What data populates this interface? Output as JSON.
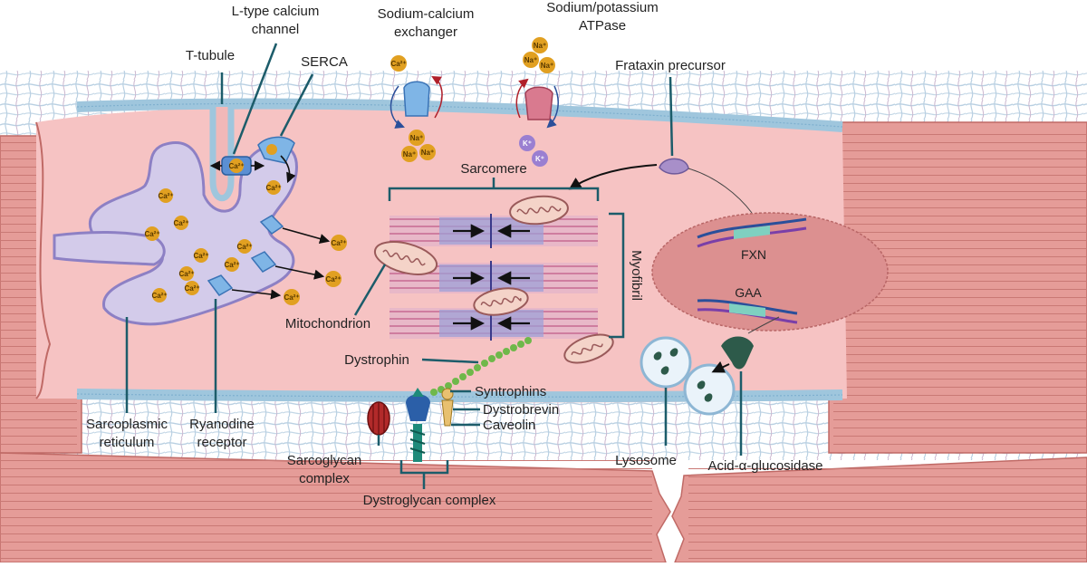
{
  "labels": {
    "t_tubule": "T-tubule",
    "l_type_line1": "L-type calcium",
    "l_type_line2": "channel",
    "serca": "SERCA",
    "ncx_line1": "Sodium-calcium",
    "ncx_line2": "exchanger",
    "nka_line1": "Sodium/potassium",
    "nka_line2": "ATPase",
    "frataxin": "Frataxin precursor",
    "sarcomere": "Sarcomere",
    "myofibril": "Myofibril",
    "mitochondrion": "Mitochondrion",
    "dystrophin": "Dystrophin",
    "syntrophins": "Syntrophins",
    "dystrobrevin": "Dystrobrevin",
    "caveolin": "Caveolin",
    "sr_line1": "Sarcoplasmic",
    "sr_line2": "reticulum",
    "ryr_line1": "Ryanodine",
    "ryr_line2": "receptor",
    "sg_line1": "Sarcoglycan",
    "sg_line2": "complex",
    "dg": "Dystroglycan complex",
    "lysosome": "Lysosome",
    "gaa_enzyme": "Acid-α-glucosidase",
    "fxn_gene": "FXN",
    "gaa_gene": "GAA"
  },
  "ions": {
    "calcium": "Ca²⁺",
    "sodium": "Na⁺",
    "potassium": "K⁺"
  },
  "colors": {
    "cytoplasm": "#f6c3c3",
    "membrane": "#9fc6dd",
    "sr": "#d3cbea",
    "leader": "#1c5c6a",
    "ecm": "#c7dbe8",
    "muscle_fiber": "#e59c98",
    "calcium_ion": "#e1a021",
    "potassium_ion": "#9a7fd1"
  }
}
